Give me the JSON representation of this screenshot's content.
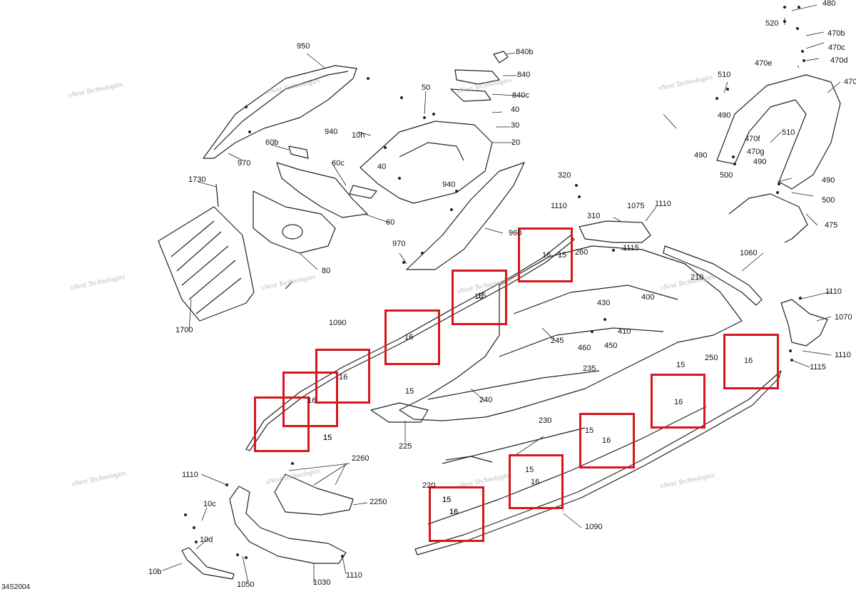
{
  "diagram": {
    "drawing_code": "34S2004",
    "watermark": {
      "line1": "vNext",
      "line2": "Technologies",
      "full": "vNext Technologies"
    },
    "colors": {
      "highlight": "#d9161c",
      "line": "#222222",
      "watermark": "#b8b8b8"
    },
    "part_labels": [
      "480",
      "520",
      "470b",
      "470c",
      "470d",
      "470e",
      "470",
      "510",
      "490",
      "470f",
      "510",
      "470g",
      "490",
      "490",
      "500",
      "490",
      "500",
      "475",
      "1110",
      "1070",
      "1110",
      "1115",
      "1060",
      "1075",
      "1110",
      "1115",
      "210",
      "400",
      "320",
      "310",
      "1110",
      "260",
      "16",
      "15",
      "16",
      "16",
      "15",
      "430",
      "410",
      "460",
      "450",
      "245",
      "250",
      "235",
      "15",
      "16",
      "16",
      "15",
      "1090",
      "16",
      "15",
      "240",
      "225",
      "16",
      "15",
      "15",
      "16",
      "15",
      "16",
      "230",
      "15",
      "16",
      "220",
      "15",
      "16",
      "1090",
      "950",
      "940",
      "970",
      "50",
      "10h",
      "40",
      "30",
      "20",
      "60b",
      "60c",
      "40",
      "840b",
      "840",
      "840c",
      "940",
      "960",
      "970",
      "60",
      "80",
      "1730",
      "1700",
      "2260",
      "1110",
      "10c",
      "2250",
      "10d",
      "10b",
      "1050",
      "1030",
      "1110"
    ]
  }
}
